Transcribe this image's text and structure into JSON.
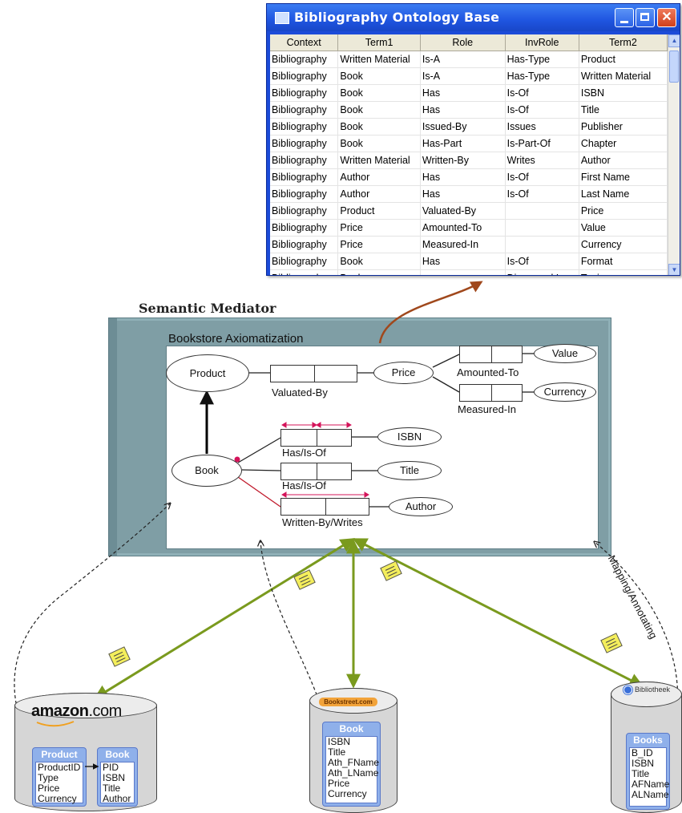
{
  "window": {
    "title": "Bibliography Ontology Base",
    "columns": [
      "Context",
      "Term1",
      "Role",
      "InvRole",
      "Term2"
    ],
    "rows": [
      [
        "Bibliography",
        "Written Material",
        "Is-A",
        "Has-Type",
        "Product"
      ],
      [
        "Bibliography",
        "Book",
        "Is-A",
        "Has-Type",
        "Written Material"
      ],
      [
        "Bibliography",
        "Book",
        "Has",
        "Is-Of",
        "ISBN"
      ],
      [
        "Bibliography",
        "Book",
        "Has",
        "Is-Of",
        "Title"
      ],
      [
        "Bibliography",
        "Book",
        "Issued-By",
        "Issues",
        "Publisher"
      ],
      [
        "Bibliography",
        "Book",
        "Has-Part",
        "Is-Part-Of",
        "Chapter"
      ],
      [
        "Bibliography",
        "Written Material",
        "Written-By",
        "Writes",
        "Author"
      ],
      [
        "Bibliography",
        "Author",
        "Has",
        "Is-Of",
        "First Name"
      ],
      [
        "Bibliography",
        "Author",
        "Has",
        "Is-Of",
        "Last Name"
      ],
      [
        "Bibliography",
        "Product",
        "Valuated-By",
        "",
        "Price"
      ],
      [
        "Bibliography",
        "Price",
        "Amounted-To",
        "",
        "Value"
      ],
      [
        "Bibliography",
        "Price",
        "Measured-In",
        "",
        "Currency"
      ],
      [
        "Bibliography",
        "Book",
        "Has",
        "Is-Of",
        "Format"
      ],
      [
        "Bibliography",
        "Book",
        "",
        "Discussed In",
        "Topic"
      ]
    ]
  },
  "mediator": {
    "title": "Semantic Mediator",
    "panel_label": "Bookstore Axiomatization",
    "nodes": {
      "product": "Product",
      "price": "Price",
      "value": "Value",
      "currency": "Currency",
      "book": "Book",
      "isbn": "ISBN",
      "title": "Title",
      "author": "Author"
    },
    "roles": {
      "valuated_by": "Valuated-By",
      "amounted_to": "Amounted-To",
      "measured_in": "Measured-In",
      "has_is_of_1": "Has/Is-Of",
      "has_is_of_2": "Has/Is-Of",
      "written_by": "Written-By/Writes"
    }
  },
  "mapping_label": "Mapping/Annotating",
  "sources": {
    "amazon": {
      "logo_main": "amazon",
      "logo_suffix": ".com",
      "tables": [
        {
          "name": "Product",
          "fields": [
            "ProductID",
            "Type",
            "Price",
            "Currency"
          ]
        },
        {
          "name": "Book",
          "fields": [
            "PID",
            "ISBN",
            "Title",
            "Author"
          ]
        }
      ]
    },
    "bookstreet": {
      "logo": "Bookstreet.com",
      "tables": [
        {
          "name": "Book",
          "fields": [
            "ISBN",
            "Title",
            "Ath_FName",
            "Ath_LName",
            "Price",
            "Currency"
          ]
        }
      ]
    },
    "bibliotheek": {
      "logo": "Bibliotheek",
      "tables": [
        {
          "name": "Books",
          "fields": [
            "B_ID",
            "ISBN",
            "Title",
            "AFName",
            "ALName"
          ]
        }
      ]
    }
  },
  "colors": {
    "arrow": "#7a9a1e",
    "link_arrow": "#a0481c",
    "mediator_bg": "#7f9ea5",
    "titlebar": "#1f55e0"
  }
}
